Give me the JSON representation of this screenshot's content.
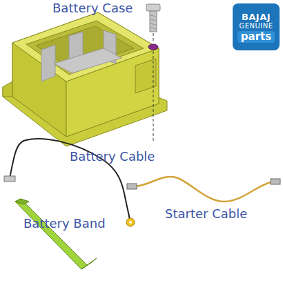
{
  "diagram": {
    "nodes": [
      {
        "text": [
          "BAJAJ",
          "GENUINE",
          "parts"
        ]
      }
    ],
    "labels": [
      "Battery Case",
      "Battery Cable",
      "Starter Cable",
      "Battery Band"
    ]
  }
}
